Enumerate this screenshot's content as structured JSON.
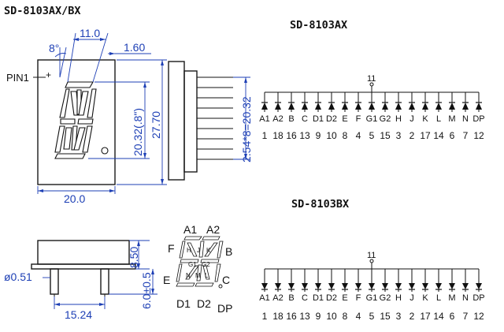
{
  "titles": {
    "main": "SD-8103AX/BX",
    "ax": "SD-8103AX",
    "bx": "SD-8103BX"
  },
  "front_view": {
    "width_dim": "20.0",
    "height_dim": "27.70",
    "char_height_dim": "20.32(.8\")",
    "char_width_dim": "11.0",
    "offset_dim": "1.60",
    "slant": "8°",
    "pin1_label": "PIN1",
    "plus": "+"
  },
  "side_view": {
    "pitch_dim": "2.54*8=20.32"
  },
  "bottom_view": {
    "pin_dia": "ø0.51",
    "row_spacing": "15.24",
    "height_dim": "8.50",
    "lead_dim": "6.0±0.5"
  },
  "segment_map": {
    "a1": "A1",
    "a2": "A2",
    "b": "B",
    "c": "C",
    "d1": "D1",
    "d2": "D2",
    "e": "E",
    "f": "F",
    "dp": "DP",
    "h": "H",
    "j": "J",
    "k": "K",
    "g1": "G1",
    "g2": "G2",
    "n": "N",
    "m": "M",
    "l": "L"
  },
  "circuits": {
    "ax": {
      "common_pin": "11",
      "segments": [
        "A1",
        "A2",
        "B",
        "C",
        "D1",
        "D2",
        "E",
        "F",
        "G1",
        "G2",
        "H",
        "J",
        "K",
        "L",
        "M",
        "N",
        "DP"
      ],
      "pins": [
        "1",
        "18",
        "16",
        "13",
        "9",
        "10",
        "8",
        "4",
        "5",
        "15",
        "3",
        "2",
        "17",
        "14",
        "6",
        "7",
        "12"
      ]
    },
    "bx": {
      "common_pin": "11",
      "segments": [
        "A1",
        "A2",
        "B",
        "C",
        "D1",
        "D2",
        "E",
        "F",
        "G1",
        "G2",
        "H",
        "J",
        "K",
        "L",
        "M",
        "N",
        "DP"
      ],
      "pins": [
        "1",
        "18",
        "16",
        "13",
        "9",
        "10",
        "8",
        "4",
        "5",
        "15",
        "3",
        "2",
        "17",
        "14",
        "6",
        "7",
        "12"
      ]
    }
  }
}
